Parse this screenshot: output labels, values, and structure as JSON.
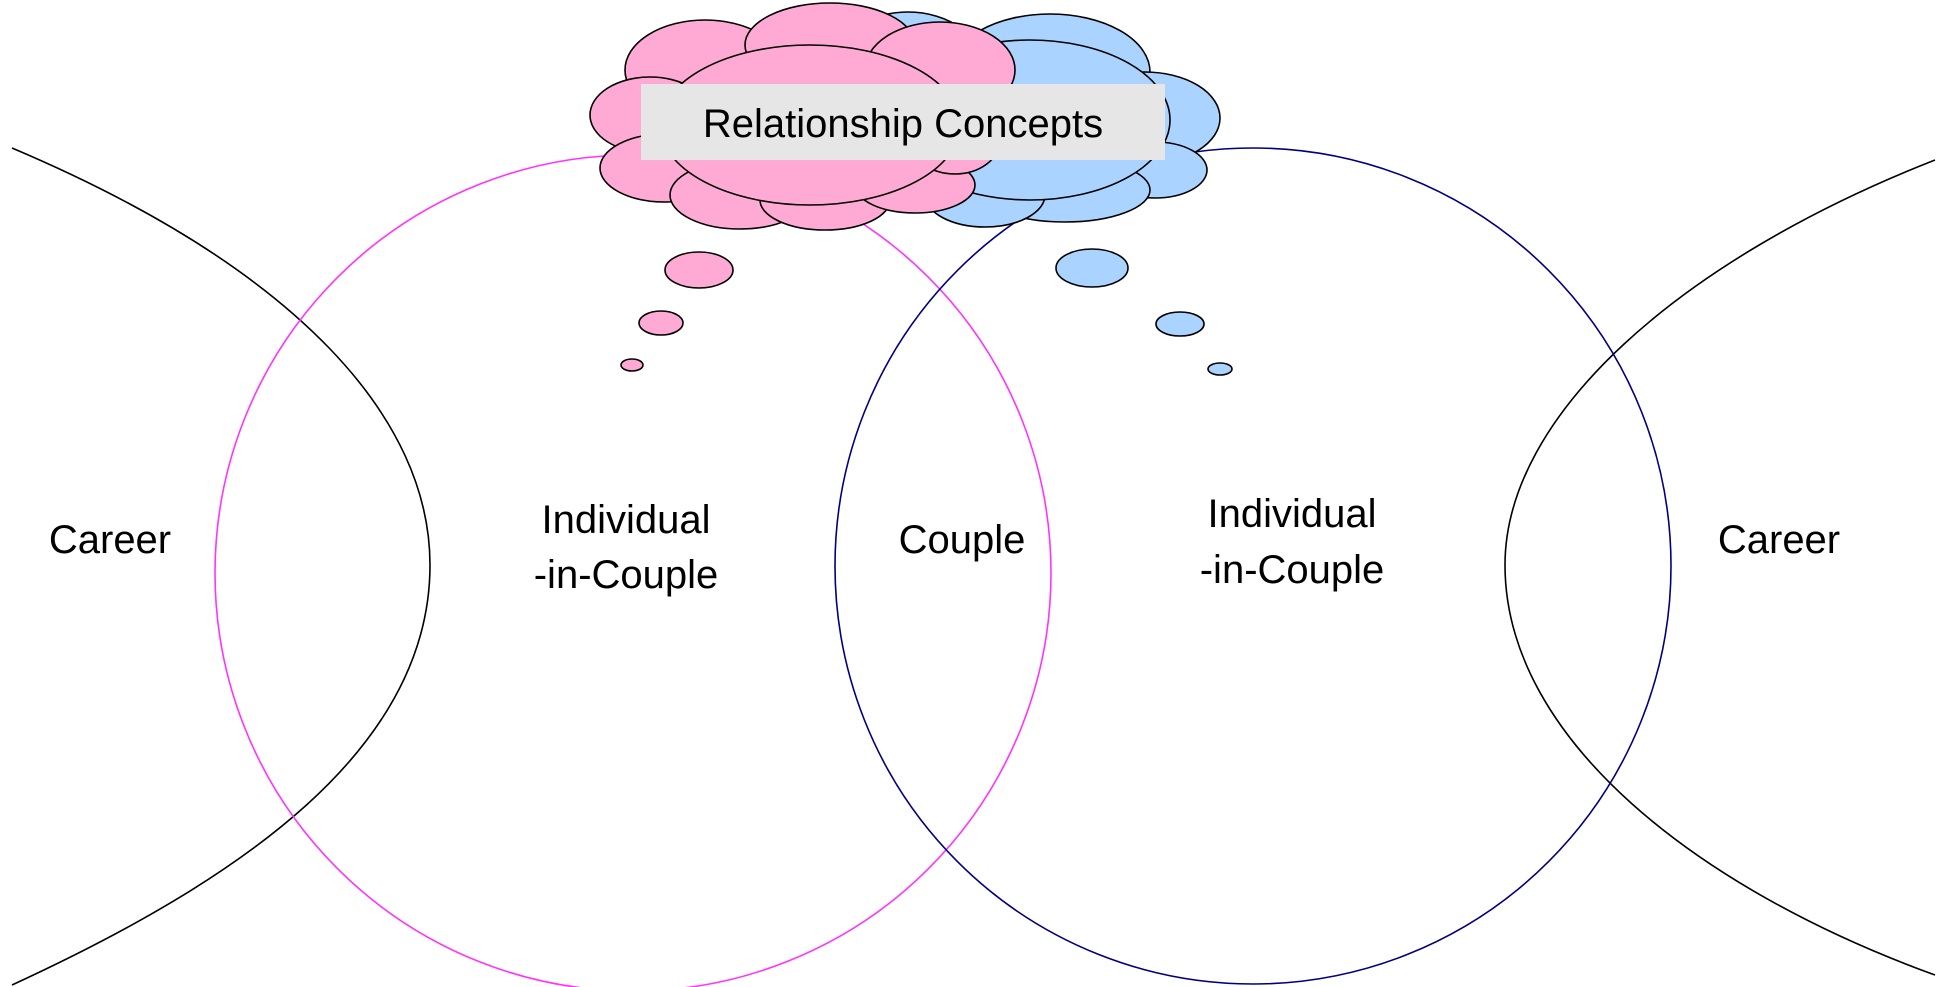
{
  "title": "Relationship Concepts",
  "labels": {
    "career_left": "Career",
    "individual_left_line1": "Individual",
    "individual_left_line2": "-in-Couple",
    "couple": "Couple",
    "individual_right_line1": "Individual",
    "individual_right_line2": "-in-Couple",
    "career_right": "Career"
  },
  "colors": {
    "pink_fill": "#ffaad4",
    "blue_fill": "#aad4ff",
    "left_circle": "#ff33ff",
    "right_circle": "#000080",
    "career_curve": "#000000",
    "title_box": "#e6e6e6"
  }
}
